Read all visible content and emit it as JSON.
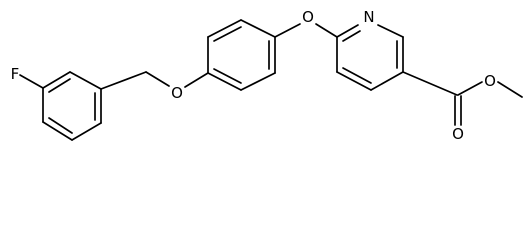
{
  "molecule": {
    "atom_labels": {
      "fluorine": "F",
      "ether_o_benzyl": "O",
      "ether_o_aryl": "O",
      "pyridine_n": "N",
      "carbonyl_o": "O",
      "ester_o": "O"
    },
    "colors": {
      "bond": "#000000",
      "text": "#000000",
      "background": "#ffffff"
    }
  }
}
